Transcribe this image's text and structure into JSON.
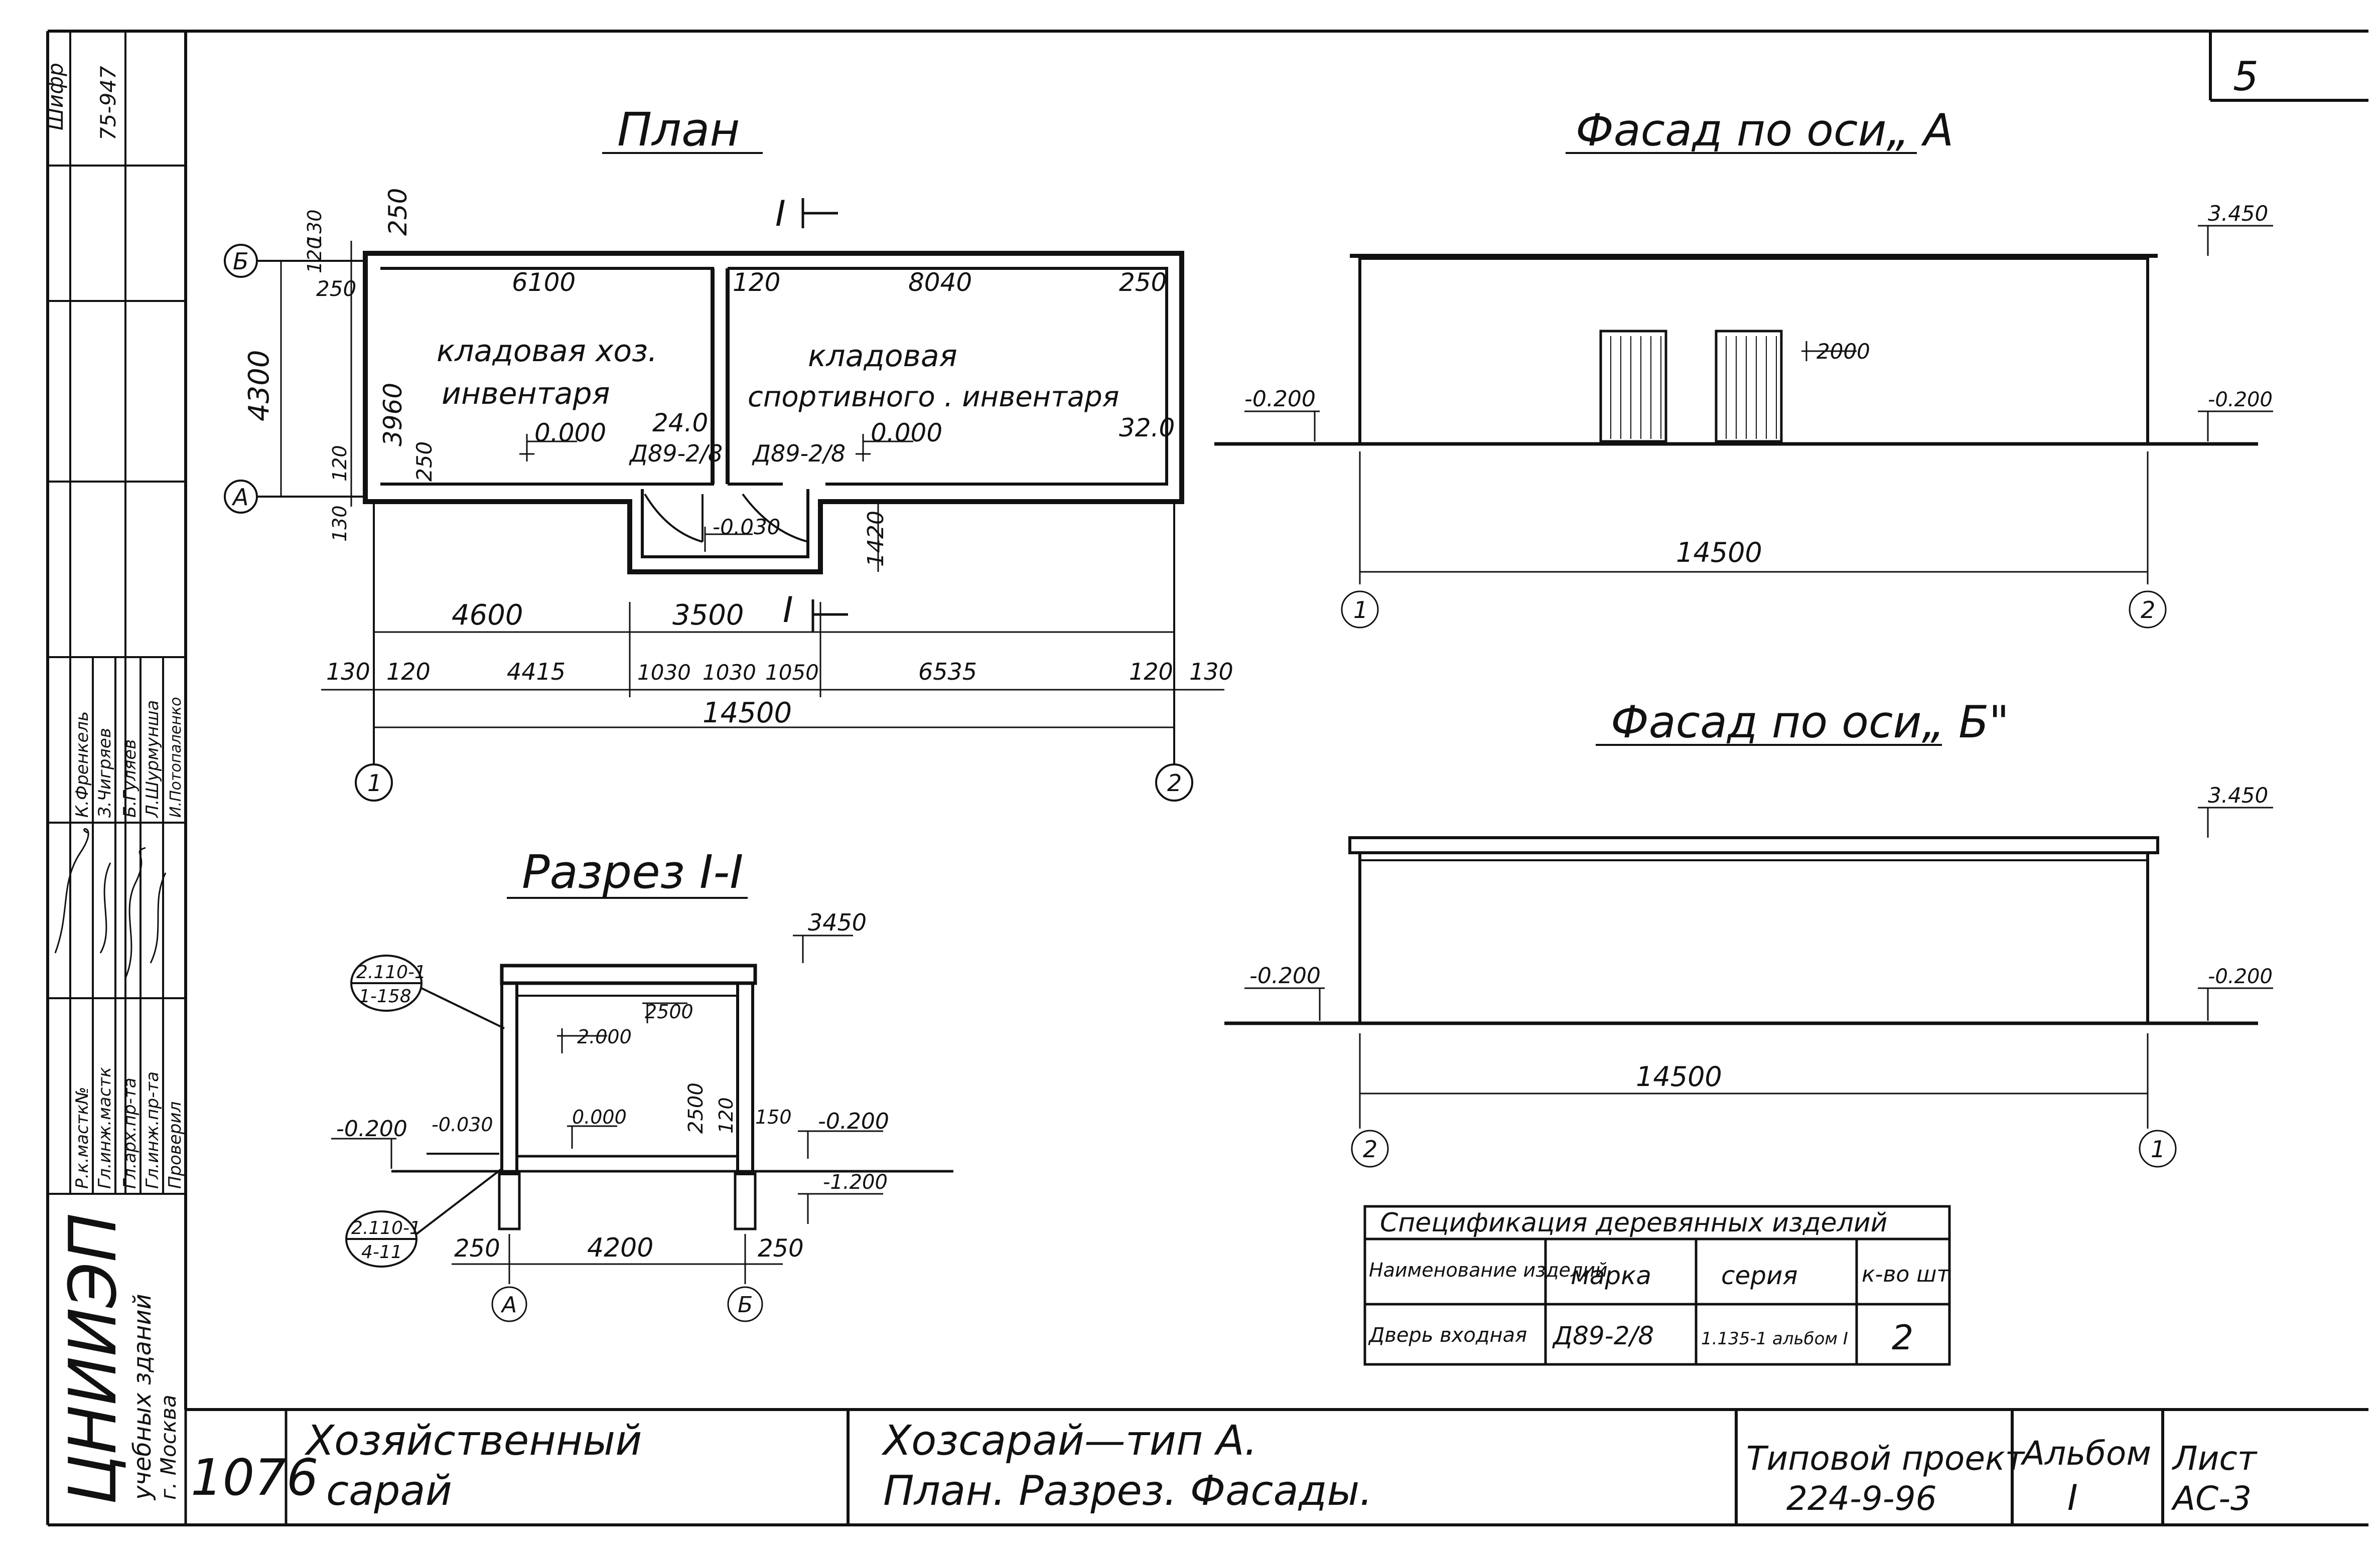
{
  "titles": {
    "plan": "План",
    "section": "Разрез I-I",
    "facade_a": "Фасад по оси„ А",
    "facade_b": "Фасад по оси„ Б\""
  },
  "plan": {
    "room1": {
      "line1": "кладовая хоз.",
      "line2": "инвентаря"
    },
    "room2": {
      "line1": "кладовая",
      "line2": "спортивного . инвентаря"
    },
    "level1": "0.000",
    "level2": "0.000",
    "level_porch": "-0.030",
    "door1": "Д89-2/8",
    "door2": "Д89-2/8",
    "area1": "24.0",
    "area2": "32.0",
    "section_mark": "I",
    "axis_a": "А",
    "axis_b": "Б",
    "axis_1": "1",
    "axis_2": "2",
    "dims": {
      "d6100": "6100",
      "d8040": "8040",
      "d120": "120",
      "d250a": "250",
      "d250b": "250",
      "d250c": "250",
      "d250d": "250",
      "d3960": "3960",
      "d4300": "4300",
      "d130a": "130",
      "d120a": "120",
      "d120b": "120",
      "d130b": "130",
      "d1420": "1420",
      "d4600": "4600",
      "d3500": "3500",
      "c130a": "130",
      "c120a": "120",
      "c4415": "4415",
      "c1030a": "1030",
      "c1030b": "1030",
      "c1050": "1050",
      "c6535": "6535",
      "c120b": "120",
      "c130b": "130",
      "total": "14500"
    }
  },
  "section": {
    "top_level": "3450",
    "level_m02_left": "-0.200",
    "level_m003": "-0.030",
    "level_0": "0.000",
    "level_m02_right": "-0.200",
    "level_m12": "-1.200",
    "door_h": "2.000",
    "h2500a": "2500",
    "h2500b": "2500",
    "d120": "120",
    "d150": "150",
    "callout1_top": "2.110-1",
    "callout1_bot": "1-158",
    "callout2_top": "2.110-1",
    "callout2_bot": "4-11",
    "d250l": "250",
    "d4200": "4200",
    "d250r": "250",
    "axis_a": "А",
    "axis_b": "Б"
  },
  "facade_a": {
    "level_top": "3.450",
    "level_left": "-0.200",
    "level_right": "-0.200",
    "door_h": "2000",
    "length": "14500",
    "axis_left": "1",
    "axis_right": "2"
  },
  "facade_b": {
    "level_top": "3.450",
    "level_left": "-0.200",
    "level_right": "-0.200",
    "length": "14500",
    "axis_left": "2",
    "axis_right": "1"
  },
  "spec_table": {
    "title": "Спецификация деревянных изделий",
    "headers": [
      "Наименование изделий",
      "марка",
      "серия",
      "к-во шт"
    ],
    "rows": [
      [
        "Дверь входная",
        "Д89-2/8",
        "1.135-1 альбом I",
        "2"
      ]
    ]
  },
  "stamp": {
    "org": "ЦНИИЭП",
    "org_sub1": "учебных зданий",
    "org_sub2": "г. Москва",
    "code": "1076",
    "object_line1": "Хозяйственный",
    "object_line2": "сарай",
    "sheet_line1": "Хозсарай—тип А.",
    "sheet_line2": "План. Разрез. Фасады.",
    "project_line1": "Типовой проект",
    "project_line2": "224-9-96",
    "album_label": "Альбом",
    "album_value": "I",
    "sheet_label": "Лист",
    "sheet_value": "АС-3",
    "corner_mark": "5",
    "side_code_label": "Шифр",
    "side_code": "75-947",
    "roles": [
      "Р.к.мастк№",
      "Гл.инж.мастк",
      "Гл.арх.пр-та",
      "Гл.инж.пр-та",
      "Проверил"
    ],
    "names": [
      "К.Френкель",
      "З.Чигряев",
      "Б.Гуляев",
      "Л.Шурмунша",
      "И.Потопаленко"
    ]
  }
}
